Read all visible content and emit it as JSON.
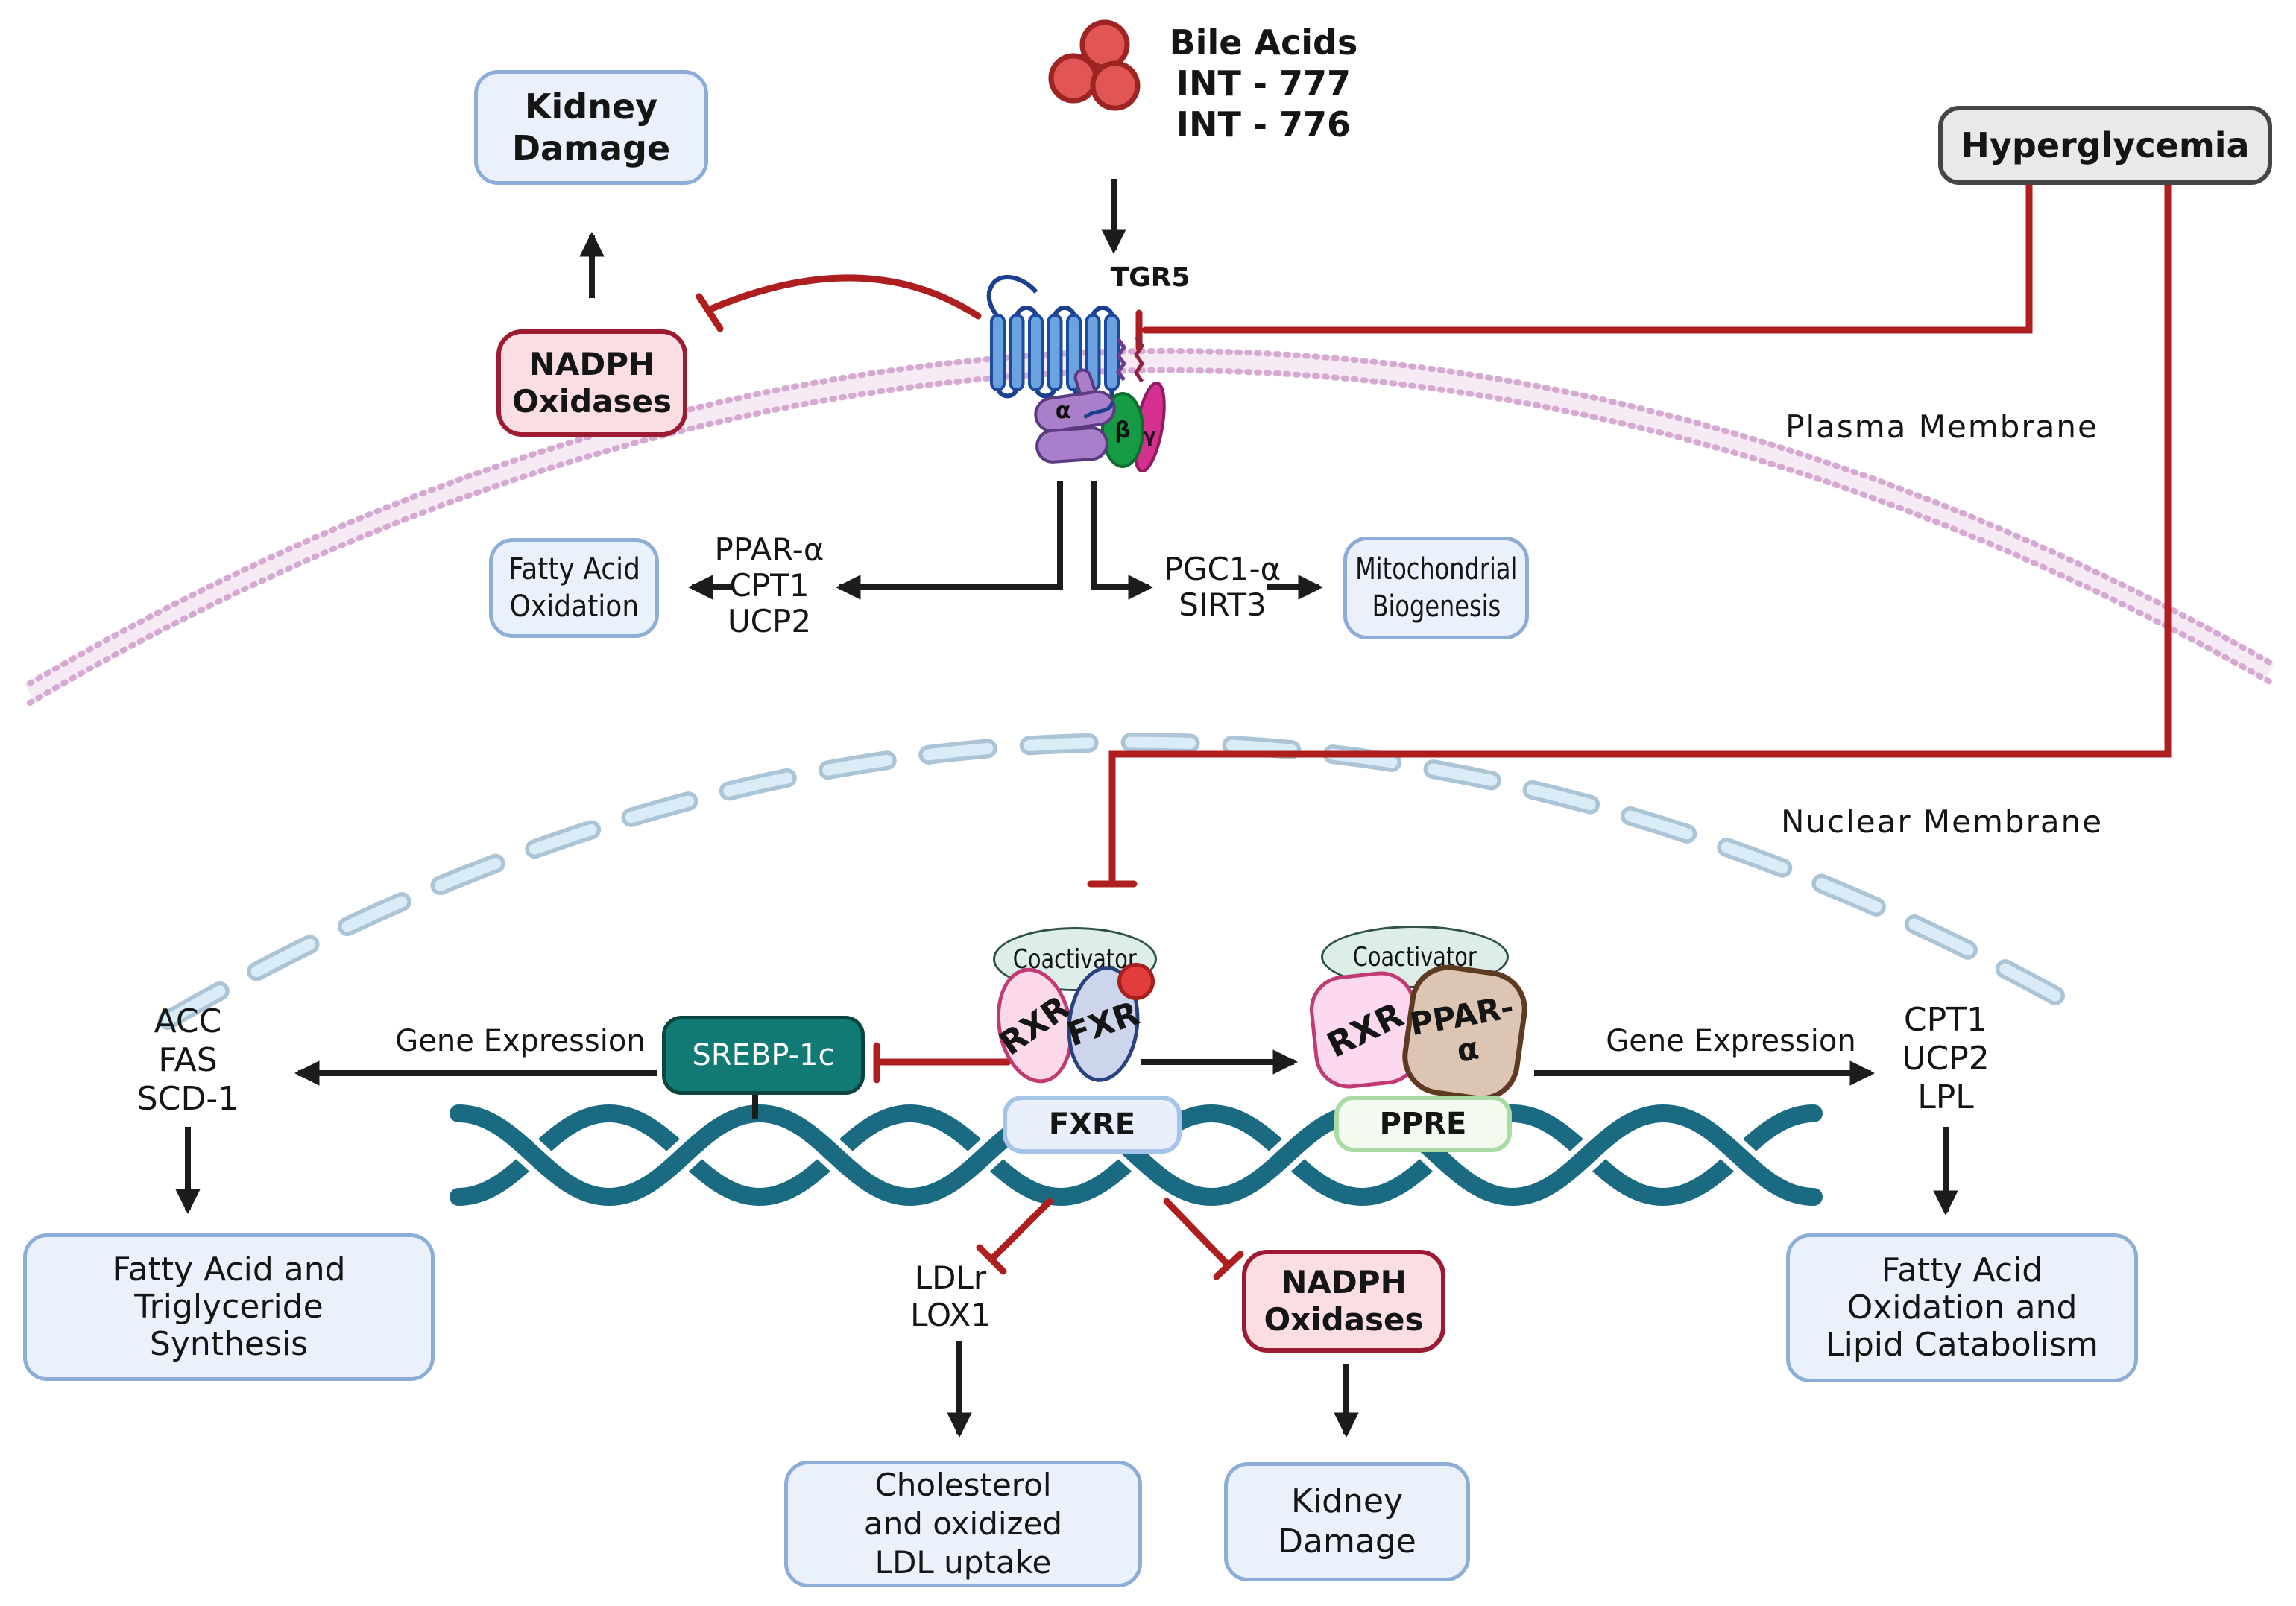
{
  "figure": {
    "bile_acids": {
      "lines": [
        "Bile Acids",
        "INT - 777",
        "INT - 776"
      ]
    },
    "hyperglycemia": "Hyperglycemia",
    "kidney_damage_top": {
      "lines": [
        "Kidney",
        "Damage"
      ]
    },
    "nadph_oxidases_top": {
      "lines": [
        "NADPH",
        "Oxidases"
      ]
    },
    "tgr5": "TGR5",
    "g_protein": {
      "alpha": "α",
      "beta": "β",
      "gamma": "γ"
    },
    "plasma_membrane": "Plasma Membrane",
    "fatty_acid_oxidation": {
      "lines": [
        "Fatty Acid",
        "Oxidation"
      ]
    },
    "ppar_pathway": {
      "lines": [
        "PPAR-α",
        "CPT1",
        "UCP2"
      ]
    },
    "pgc1_pathway": {
      "lines": [
        "PGC1-α",
        "SIRT3"
      ]
    },
    "mitochondrial_biogenesis": {
      "lines": [
        "Mitochondrial",
        "Biogenesis"
      ]
    },
    "nuclear_membrane": "Nuclear Membrane",
    "coactivator_left": "Coactivator",
    "coactivator_right": "Coactivator",
    "rxr_left": "RXR",
    "fxr": "FXR",
    "rxr_right": "RXR",
    "ppar_alpha": {
      "lines": [
        "PPAR-",
        "α"
      ]
    },
    "fxre": "FXRE",
    "ppre": "PPRE",
    "srebp1c": "SREBP-1c",
    "gene_expression_left": "Gene Expression",
    "gene_expression_right": "Gene Expression",
    "srebp_targets": {
      "lines": [
        "ACC",
        "FAS",
        "SCD-1"
      ]
    },
    "ppar_gene_targets": {
      "lines": [
        "CPT1",
        "UCP2",
        "LPL"
      ]
    },
    "fatty_acid_triglyceride_synthesis": {
      "lines": [
        "Fatty Acid and",
        "Triglyceride",
        "Synthesis"
      ]
    },
    "fxr_targets": {
      "lines": [
        "LDLr",
        "LOX1"
      ]
    },
    "nadph_oxidases_bottom": {
      "lines": [
        "NADPH",
        "Oxidases"
      ]
    },
    "cholesterol_uptake": {
      "lines": [
        "Cholesterol",
        "and oxidized",
        "LDL uptake"
      ]
    },
    "kidney_damage_bottom": {
      "lines": [
        "Kidney",
        "Damage"
      ]
    },
    "fatty_acid_oxidation_lipid_catabolism": {
      "lines": [
        "Fatty Acid",
        "Oxidation and",
        "Lipid Catabolism"
      ]
    }
  },
  "colors": {
    "inhibition_red": "#ae1e1e",
    "dna_teal": "#1a6a82",
    "membrane_pink": "#cf9ecb",
    "nuclear_membrane_blue": "#d9ecf8",
    "outcome_box_fill": "#eaf1fb",
    "outcome_box_border": "#8badd8",
    "nadph_fill": "#fbdee3",
    "nadph_border": "#9c1b33",
    "hyperglycemia_fill": "#e9e9e9",
    "srebp_fill": "#117a74",
    "receptor_blue": "#6ba3e0",
    "g_alpha_purple": "#a87fc8",
    "g_beta_green": "#169a44",
    "g_gamma_magenta": "#d3308f",
    "bile_red": "#e15555"
  }
}
